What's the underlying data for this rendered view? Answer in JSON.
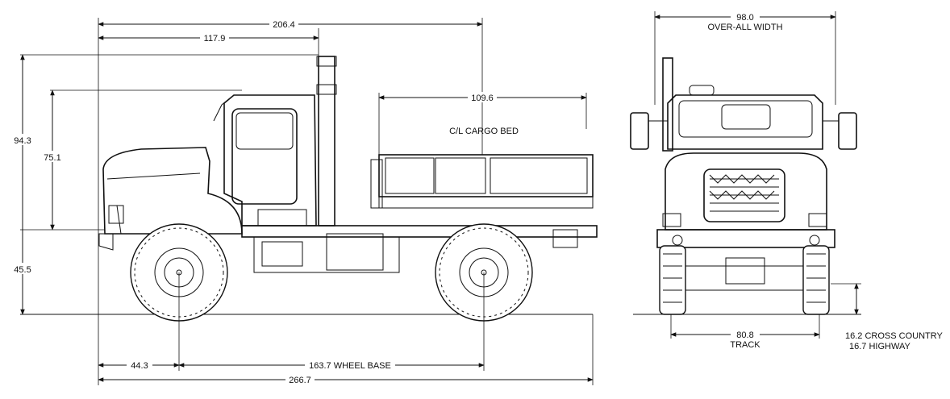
{
  "dimensions": {
    "overall_length_to_stack": "206.4",
    "front_to_cab_rear": "117.9",
    "cargo_bed_length": "109.6",
    "cargo_bed_label": "C/L CARGO BED",
    "overall_height": "94.3",
    "cab_height": "75.1",
    "lower_height": "45.5",
    "front_overhang": "44.3",
    "wheel_base": "163.7 WHEEL BASE",
    "overall_length": "266.7",
    "overall_width_value": "98.0",
    "overall_width_label": "OVER-ALL WIDTH",
    "track_value": "80.8",
    "track_label": "TRACK",
    "ground_clearance_1": "16.2 CROSS COUNTRY",
    "ground_clearance_2": "16.7 HIGHWAY"
  }
}
